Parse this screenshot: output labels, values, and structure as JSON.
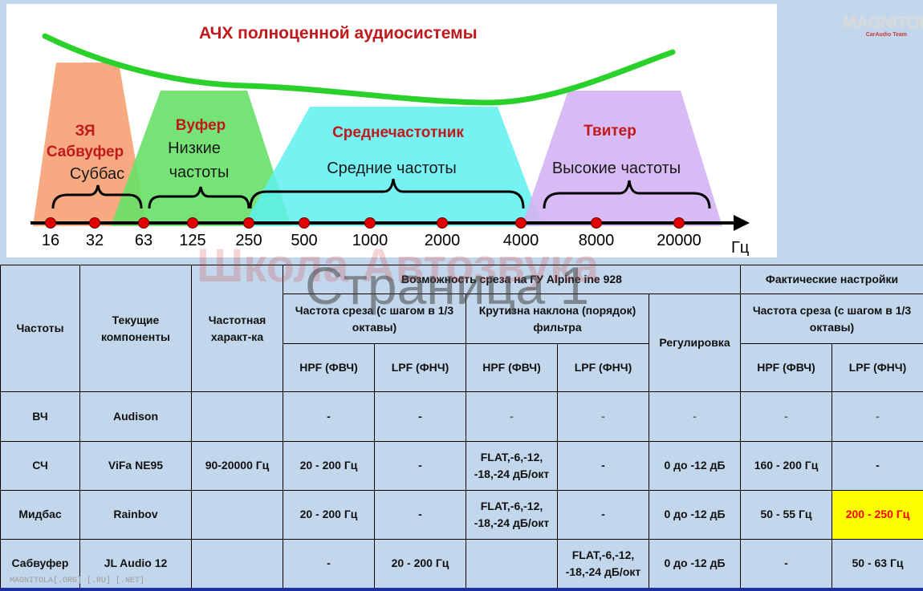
{
  "diagram": {
    "title": "АЧХ полноценной аудиосистемы",
    "unit": "Гц",
    "frequencies": [
      "16",
      "32",
      "63",
      "125",
      "250",
      "500",
      "1000",
      "2000",
      "4000",
      "8000",
      "20000"
    ],
    "bands": [
      {
        "title_line1": "ЗЯ",
        "title_line2": "Сабвуфер",
        "subtitle": "Суббас",
        "color": "#f7a47a"
      },
      {
        "title_line1": "Вуфер",
        "subtitle_line1": "Низкие",
        "subtitle_line2": "частоты",
        "color": "#66e066"
      },
      {
        "title_line1": "Среднечастотник",
        "subtitle": "Средние частоты",
        "color": "#5ff0f0"
      },
      {
        "title_line1": "Твитер",
        "subtitle": "Высокие частоты",
        "color": "#d4b2f4"
      }
    ],
    "title_color": "#c0191c",
    "response_color": "#2bd12b"
  },
  "logo": {
    "text": "MAGNITOLA",
    "sub": "CarAudio Team"
  },
  "watermarks": {
    "page": "Страница 1",
    "school": "Школа Автозвука",
    "site": "MAGNITOLA[.ORG] [.RU] [.NET]"
  },
  "table": {
    "headers": {
      "freq": "Частоты",
      "components": "Текущие компоненты",
      "response": "Частотная характ-ка",
      "capabilities": "Возможность среза на ГУ Alpine ine 928",
      "actual": "Фактические настройки",
      "cutoff": "Частота среза (с шагом в 1/3 октавы)",
      "slope": "Крутизна наклона (порядок) фильтра",
      "adjust": "Регулировка",
      "actual_cutoff": "Частота среза (с шагом в 1/3 октавы)",
      "hpf": "HPF (ФВЧ)",
      "lpf": "LPF (ФНЧ)"
    },
    "rows": [
      {
        "band": "ВЧ",
        "component": "Audison",
        "response": "",
        "cap_hpf": "-",
        "cap_lpf": "-",
        "slope_hpf": "-",
        "slope_lpf": "-",
        "adjust": "-",
        "act_hpf": "-",
        "act_lpf": "-"
      },
      {
        "band": "СЧ",
        "component": "ViFa NE95",
        "response": "90-20000 Гц",
        "cap_hpf": "20 - 200 Гц",
        "cap_lpf": "-",
        "slope_hpf": "FLAT,-6,-12, -18,-24 дБ/окт",
        "slope_lpf": "-",
        "adjust": "0 до -12 дБ",
        "act_hpf": "160 - 200 Гц",
        "act_lpf": "-"
      },
      {
        "band": "Мидбас",
        "component": "Rainbov",
        "response": "",
        "cap_hpf": "20 - 200 Гц",
        "cap_lpf": "-",
        "slope_hpf": "FLAT,-6,-12, -18,-24 дБ/окт",
        "slope_lpf": "-",
        "adjust": "0 до -12 дБ",
        "act_hpf": "50 - 55 Гц",
        "act_lpf": "200 - 250 Гц"
      },
      {
        "band": "Сабвуфер",
        "component": "JL Audio 12",
        "response": "",
        "cap_hpf": "-",
        "cap_lpf": "20 - 200 Гц",
        "slope_hpf": "",
        "slope_lpf": "FLAT,-6,-12, -18,-24 дБ/окт",
        "adjust": "0 до -12 дБ",
        "act_hpf": "-",
        "act_lpf": "50 - 63 Гц"
      }
    ],
    "highlight_color": "#ffff00"
  }
}
